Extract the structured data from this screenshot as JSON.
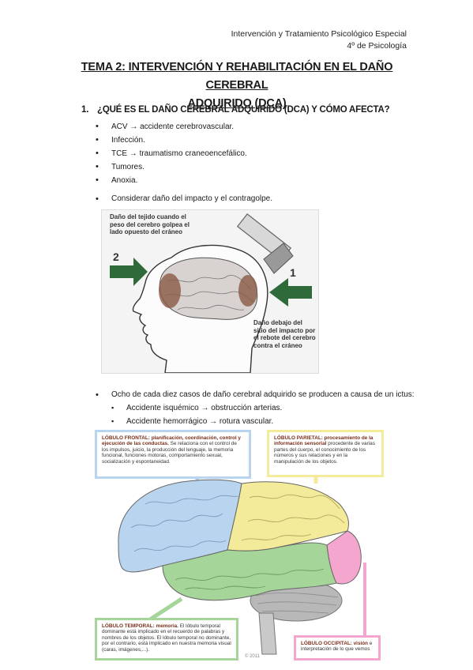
{
  "header": {
    "course": "Intervención y Tratamiento Psicológico Especial",
    "program": "4º de Psicología"
  },
  "title": {
    "line1": "TEMA 2: INTERVENCIÓN Y REHABILITACIÓN EN EL DAÑO CEREBRAL",
    "line2": "ADQUIRIDO (DCA)"
  },
  "section": {
    "number": "1.",
    "heading": "¿QUÉ ES EL DAÑO CEREBRAL ADQUIRIDO (DCA) Y CÓMO AFECTA?"
  },
  "causes": [
    {
      "term": "ACV",
      "arrow": "→",
      "meaning": "accidente cerebrovascular."
    },
    {
      "term": "Infección.",
      "arrow": "",
      "meaning": ""
    },
    {
      "term": "TCE",
      "arrow": "→",
      "meaning": "traumatismo craneoencefálico."
    },
    {
      "term": "Tumores.",
      "arrow": "",
      "meaning": ""
    },
    {
      "term": "Anoxia.",
      "arrow": "",
      "meaning": ""
    }
  ],
  "impact_bullet": "Considerar daño del impacto y el contragolpe.",
  "figure1": {
    "label_contragolpe": "Daño del tejido cuando el peso del cerebro golpea el lado opuesto del cráneo",
    "label_impacto": "Daño debajo del sitio del impacto por el rebote del cerebro contra el cráneo",
    "arrow1": "1",
    "arrow2": "2",
    "colors": {
      "arrow": "#2f6b3a",
      "damage": "#8b5a45",
      "background": "#f4f4f4"
    }
  },
  "ictus": {
    "bullet": "Ocho de cada diez casos de daño cerebral adquirido se producen a causa de un ictus:",
    "subs": [
      {
        "term": "Accidente isquémico",
        "arrow": "→",
        "meaning": "obstrucción arterias."
      },
      {
        "term": "Accidente hemorrágico",
        "arrow": "→",
        "meaning": "rotura vascular."
      }
    ]
  },
  "figure2": {
    "frontal": {
      "title": "LÓBULO FRONTAL: planificación, coordinación, control y ejecución de las conductas.",
      "text": "Se relaciona con el control de los impulsos, juicio, la producción del lenguaje, la memoria funcional, funciones motoras, comportamiento sexual, socialización y espontaneidad."
    },
    "parietal": {
      "title": "LÓBULO PARIETAL: procesamiento de la información sensorial",
      "text": "procedente de varias partes del cuerpo, el conocimiento de los números y sus relaciones y en la manipulación de los objetos."
    },
    "temporal": {
      "title": "LÓBULO TEMPORAL: memoria.",
      "text": "El lóbulo temporal dominante está implicado en el recuerdo de palabras y nombres de los objetos. El lóbulo temporal no dominante, por el contrario, está implicado en nuestra memoria visual (caras, imágenes,...)."
    },
    "occipital": {
      "title": "LÓBULO OCCIPITAL: visión",
      "text": "e interpretación de lo que vemos"
    },
    "copyright": "© 2011",
    "colors": {
      "frontal": "#b9d4ef",
      "parietal": "#f3eb9a",
      "temporal": "#a6d59a",
      "occipital": "#f4a6cf",
      "cerebellum": "#b8b8b8"
    }
  }
}
